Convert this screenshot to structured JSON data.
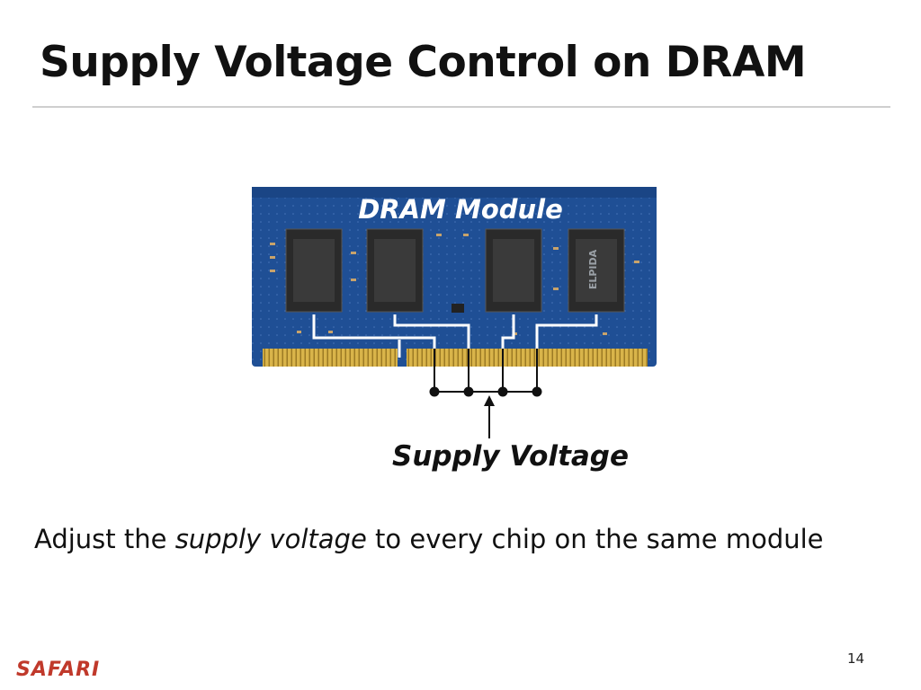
{
  "slide": {
    "title": "Supply Voltage Control on DRAM",
    "module_label": "DRAM Module",
    "supply_label": "Supply Voltage",
    "body": {
      "pre": "Adjust the ",
      "emphasis": "supply voltage",
      "post": " to every chip on the same module"
    },
    "brand": "SAFARI",
    "page_number": "14"
  },
  "chip_markings": [
    "",
    "",
    "",
    "ELPIDA"
  ],
  "colors": {
    "pcb": "#1f4f95",
    "chip": "#2a2a2a",
    "gold": "#d9b44a",
    "brand": "#c0392b"
  }
}
